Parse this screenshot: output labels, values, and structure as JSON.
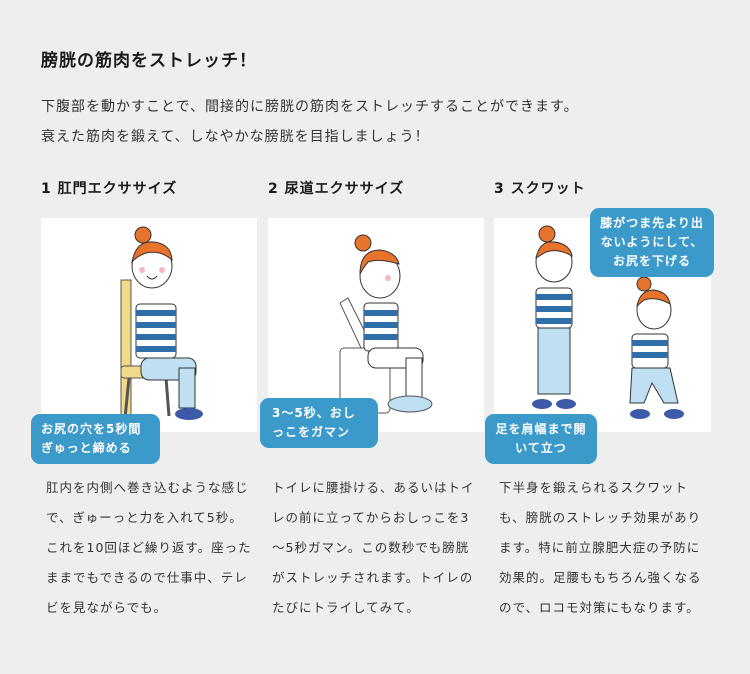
{
  "title": "膀胱の筋肉をストレッチ！",
  "lead": {
    "line1": "下腹部を動かすことで、間接的に膀胱の筋肉をストレッチすることができます。",
    "line2": "衰えた筋肉を鍛えて、しなやかな膀胱を目指しましょう！"
  },
  "exercises": [
    {
      "heading": "1 肛門エクササイズ",
      "illustration": "woman-sitting-on-chair",
      "callout": "お尻の穴を5秒間ぎゅっと締める",
      "description": "肛内を内側へ巻き込むような感じで、ぎゅーっと力を入れて5秒。これを10回ほど繰り返す。座ったままでもできるので仕事中、テレビを見ながらでも。"
    },
    {
      "heading": "2 尿道エクササイズ",
      "illustration": "woman-sitting-on-toilet",
      "callout": "3～5秒、おしっこをガマン",
      "description": "トイレに腰掛ける、あるいはトイレの前に立ってからおしっこを3～5秒ガマン。この数秒でも膀胱がストレッチされます。トイレのたびにトライしてみて。"
    },
    {
      "heading": "3 スクワット",
      "illustration": "woman-standing-and-squatting",
      "callout": "足を肩幅まで開いて立つ",
      "callout2": "膝がつま先より出ないようにして、お尻を下げる",
      "description": "下半身を鍛えられるスクワットも、膀胱のストレッチ効果があります。特に前立腺肥大症の予防に効果的。足腰ももちろん強くなるので、ロコモ対策にもなります。"
    }
  ],
  "colors": {
    "callout": "#3c9acb",
    "background": "#eeeeee",
    "hair": "#e8732d",
    "stripe": "#2f6fa8",
    "pants": "#bfe0f3",
    "shoes": "#3d5aa8"
  }
}
